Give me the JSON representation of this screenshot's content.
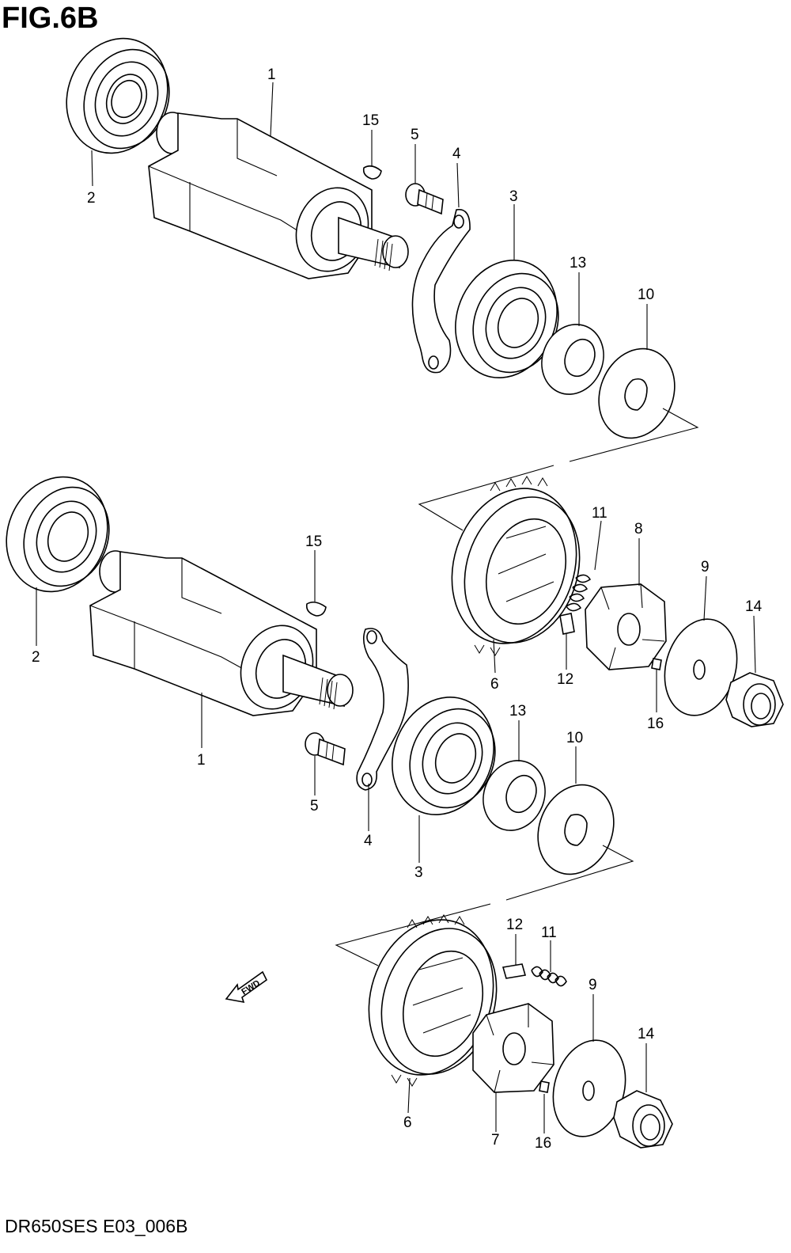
{
  "figure": {
    "title": "FIG.6B",
    "footer": "DR650SES E03_006B",
    "fwd_label": "FWD"
  },
  "callouts": {
    "upper": {
      "n1": "1",
      "n2": "2",
      "n15": "15",
      "n5": "5",
      "n4": "4",
      "n3": "3",
      "n13": "13",
      "n10": "10",
      "n11": "11",
      "n8": "8",
      "n9": "9",
      "n14": "14",
      "n6": "6",
      "n12": "12",
      "n16": "16"
    },
    "lower": {
      "n2": "2",
      "n1": "1",
      "n15": "15",
      "n5": "5",
      "n4": "4",
      "n3": "3",
      "n13": "13",
      "n10": "10",
      "n12": "12",
      "n11": "11",
      "n9": "9",
      "n14": "14",
      "n6": "6",
      "n7": "7",
      "n16": "16"
    }
  }
}
